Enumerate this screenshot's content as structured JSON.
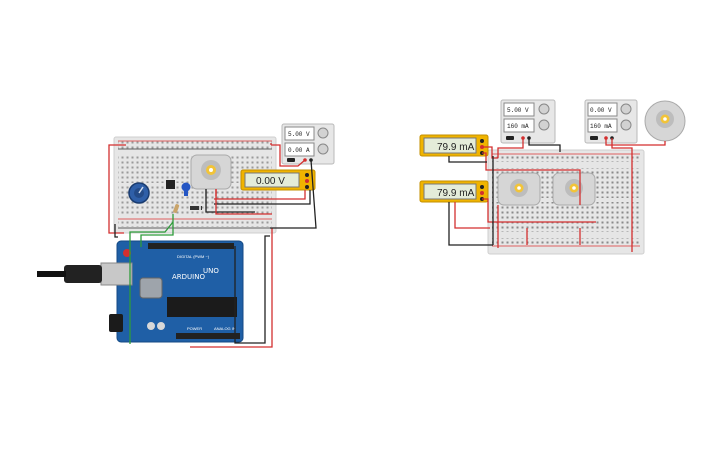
{
  "circuit_left": {
    "arduino": {
      "board_name": "UNO",
      "brand": "ARDUINO",
      "digital_label": "DIGITAL (PWM ~)",
      "power_label": "POWER",
      "analog_label": "ANALOG IN"
    },
    "power_supply": {
      "voltage": "5.00 V",
      "current": "0.00 A"
    },
    "multimeter": {
      "reading": "0.00 V"
    }
  },
  "circuit_right": {
    "meter_top": {
      "reading": "79.9 mA"
    },
    "meter_bottom": {
      "reading": "79.9 mA"
    },
    "supply_left": {
      "voltage": "5.00 V",
      "current": "160 mA"
    },
    "supply_right": {
      "voltage": "0.00 V",
      "current": "160 mA"
    }
  },
  "colors": {
    "board": "#1f5fa6",
    "breadboard": "#e8e8e8",
    "wire_red": "#d32f2f",
    "wire_black": "#222222",
    "wire_green": "#2e9c3a",
    "meter_body": "#f0b400",
    "lcd": "#e4ecd9"
  }
}
